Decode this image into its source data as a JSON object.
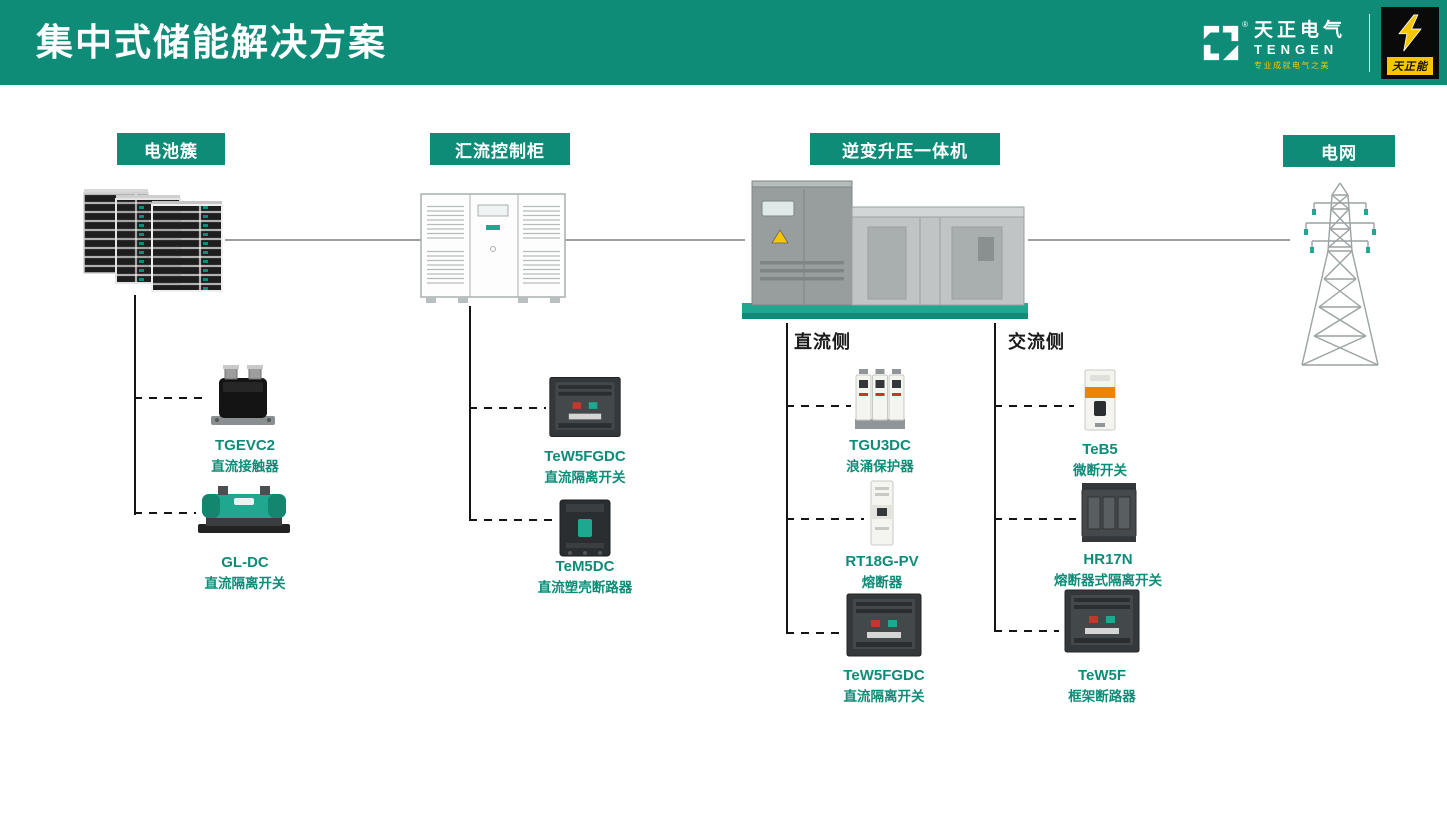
{
  "colors": {
    "teal": "#0E8C78",
    "teal_bright": "#1FA78F",
    "yellow": "#F7C600",
    "orange": "#EF8200",
    "line_grey": "#9AA0A0",
    "line_dark": "#151515"
  },
  "header": {
    "title": "集中式储能解决方案",
    "logo": {
      "cn": "天正电气",
      "en": "TENGEN",
      "reg": "®",
      "tagline": "专业成就电气之美",
      "badge": "天正能"
    }
  },
  "stages": [
    {
      "label": "电池簇"
    },
    {
      "label": "汇流控制柜"
    },
    {
      "label": "逆变升压一体机"
    },
    {
      "label": "电网"
    }
  ],
  "side_labels": {
    "dc": "直流侧",
    "ac": "交流侧"
  },
  "products": {
    "battery": [
      {
        "name": "TGEVC2",
        "desc": "直流接触器",
        "icon": "dc-contactor"
      },
      {
        "name": "GL-DC",
        "desc": "直流隔离开关",
        "icon": "dc-isolator"
      }
    ],
    "combiner": [
      {
        "name": "TeW5FGDC",
        "desc": "直流隔离开关",
        "icon": "air-circuit-breaker"
      },
      {
        "name": "TeM5DC",
        "desc": "直流塑壳断路器",
        "icon": "molded-case-breaker"
      }
    ],
    "dc_side": [
      {
        "name": "TGU3DC",
        "desc": "浪涌保护器",
        "icon": "surge-protector"
      },
      {
        "name": "RT18G-PV",
        "desc": "熔断器",
        "icon": "fuse"
      },
      {
        "name": "TeW5FGDC",
        "desc": "直流隔离开关",
        "icon": "air-circuit-breaker"
      }
    ],
    "ac_side": [
      {
        "name": "TeB5",
        "desc": "微断开关",
        "icon": "miniature-circuit-breaker"
      },
      {
        "name": "HR17N",
        "desc": "熔断器式隔离开关",
        "icon": "fuse-switch"
      },
      {
        "name": "TeW5F",
        "desc": "框架断路器",
        "icon": "air-circuit-breaker"
      }
    ]
  }
}
